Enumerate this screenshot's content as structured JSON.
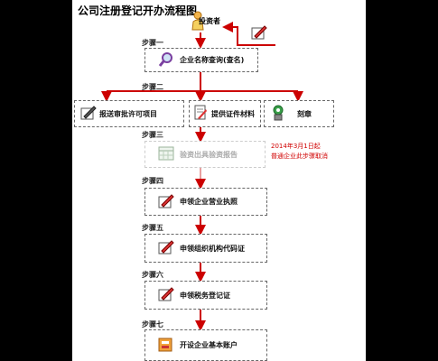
{
  "title": "公司注册登记开办流程图",
  "investor": "投资者",
  "steps": {
    "s1": "步骤一",
    "s2": "步骤二",
    "s3": "步骤三",
    "s4": "步骤四",
    "s5": "步骤五",
    "s6": "步骤六",
    "s7": "步骤七"
  },
  "boxes": {
    "name_check": "企业名称查询(查名)",
    "approval": "报送审批许可项目",
    "documents": "提供证件材料",
    "seal": "刻章",
    "capital_report": "验资出具验资报告",
    "business_license": "申领企业营业执照",
    "org_code": "申领组织机构代码证",
    "tax_registration": "申领税务登记证",
    "bank_account": "开设企业基本账户"
  },
  "note": {
    "line1": "2014年3月1日起",
    "line2": "普通企业此步骤取消"
  },
  "colors": {
    "arrow": "#cc0000",
    "note": "#d00000",
    "border": "#666666"
  },
  "icons": [
    "person-icon",
    "pen-icon",
    "magnifier-icon",
    "document-icon",
    "stamp-icon",
    "calendar-icon",
    "card-icon"
  ]
}
